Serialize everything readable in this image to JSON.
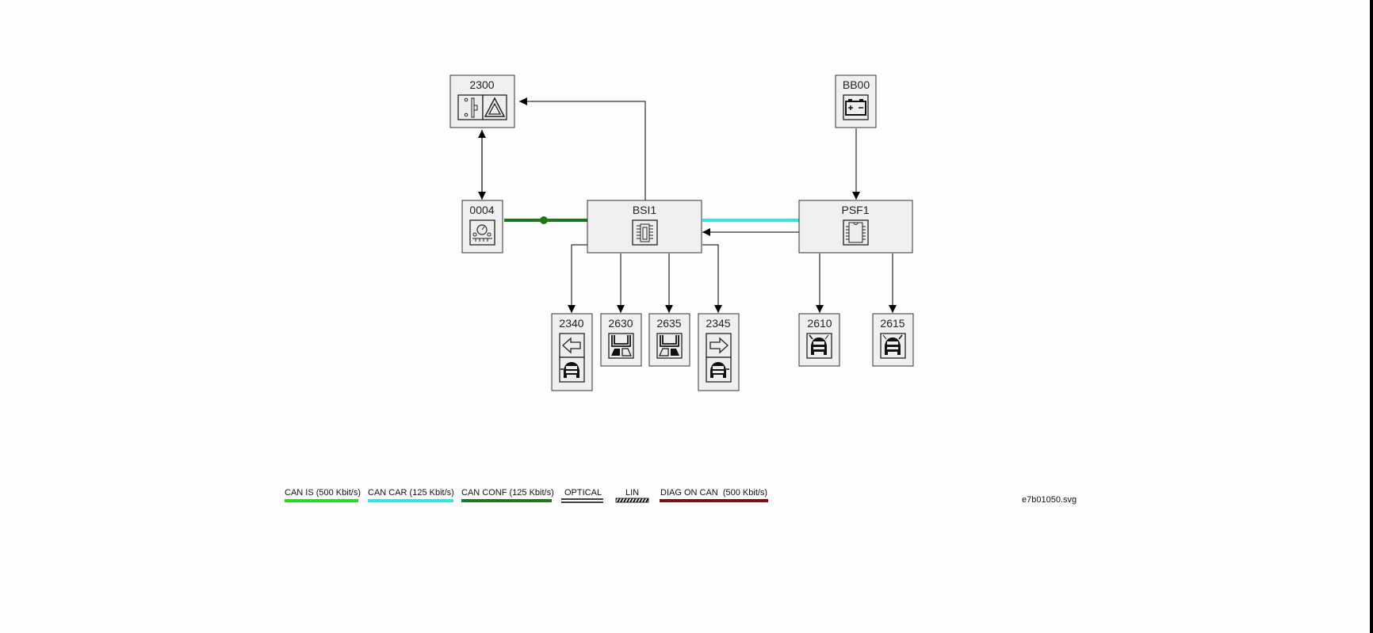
{
  "diagram": {
    "nodes": [
      {
        "id": "2300",
        "label": "2300",
        "icons": [
          "switch-icon",
          "hazard-warning-icon"
        ]
      },
      {
        "id": "BB00",
        "label": "BB00",
        "icons": [
          "battery-icon"
        ]
      },
      {
        "id": "0004",
        "label": "0004",
        "icons": [
          "instrument-panel-icon"
        ]
      },
      {
        "id": "BSI1",
        "label": "BSI1",
        "icons": [
          "fuse-box-icon"
        ]
      },
      {
        "id": "PSF1",
        "label": "PSF1",
        "icons": [
          "chip-icon"
        ]
      },
      {
        "id": "2340",
        "label": "2340",
        "icons": [
          "arrow-left-icon",
          "car-side-lamp-left-icon"
        ]
      },
      {
        "id": "2630",
        "label": "2630",
        "icons": [
          "rear-lamp-left-icon"
        ]
      },
      {
        "id": "2635",
        "label": "2635",
        "icons": [
          "rear-lamp-right-icon"
        ]
      },
      {
        "id": "2345",
        "label": "2345",
        "icons": [
          "arrow-right-icon",
          "car-side-lamp-right-icon"
        ]
      },
      {
        "id": "2610",
        "label": "2610",
        "icons": [
          "front-lamp-left-icon"
        ]
      },
      {
        "id": "2615",
        "label": "2615",
        "icons": [
          "front-lamp-right-icon"
        ]
      }
    ],
    "connections": [
      {
        "from": "BSI1",
        "to": "2300",
        "type": "wire",
        "direction": "to"
      },
      {
        "from": "0004",
        "to": "2300",
        "type": "wire",
        "direction": "both"
      },
      {
        "from": "0004",
        "to": "BSI1",
        "type": "CAN CONF",
        "direction": "none"
      },
      {
        "from": "PSF1",
        "to": "BSI1",
        "type": "CAN CAR",
        "direction": "none"
      },
      {
        "from": "PSF1",
        "to": "BSI1",
        "type": "wire",
        "direction": "to"
      },
      {
        "from": "BB00",
        "to": "PSF1",
        "type": "wire",
        "direction": "to"
      },
      {
        "from": "BSI1",
        "to": "2340",
        "type": "wire",
        "direction": "to"
      },
      {
        "from": "BSI1",
        "to": "2630",
        "type": "wire",
        "direction": "to"
      },
      {
        "from": "BSI1",
        "to": "2635",
        "type": "wire",
        "direction": "to"
      },
      {
        "from": "BSI1",
        "to": "2345",
        "type": "wire",
        "direction": "to"
      },
      {
        "from": "PSF1",
        "to": "2610",
        "type": "wire",
        "direction": "to"
      },
      {
        "from": "PSF1",
        "to": "2615",
        "type": "wire",
        "direction": "to"
      }
    ]
  },
  "legend": [
    {
      "label": "CAN IS (500 Kbit/s)",
      "color": "#22dd22",
      "style": "solid"
    },
    {
      "label": "CAN CAR (125 Kbit/s)",
      "color": "#33e5e5",
      "style": "solid"
    },
    {
      "label": "CAN CONF (125 Kbit/s)",
      "color": "#1a7a1a",
      "style": "solid"
    },
    {
      "label": "OPTICAL",
      "color": "#000000",
      "style": "double"
    },
    {
      "label": "LIN",
      "color": "#000000",
      "style": "hatched"
    },
    {
      "label": "DIAG ON CAN  (500 Kbit/s)",
      "color": "#7a0f0f",
      "style": "solid"
    }
  ],
  "filename": "e7b01050.svg",
  "colors": {
    "can_conf": "#1a7a1a",
    "can_car": "#33e5e5",
    "node_fill": "#f0f0f0",
    "wire": "#000000"
  }
}
